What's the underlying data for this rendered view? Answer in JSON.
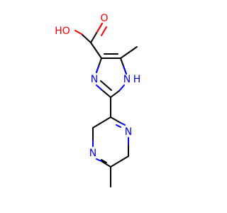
{
  "molecule": {
    "atoms": {
      "oh": "HO",
      "o_carbonyl": "O",
      "n_imidazole_3": "N",
      "n_imidazole_1": "N",
      "h_imidazole": "H",
      "n_pyrazine_4": "N",
      "n_pyrazine_1": "N"
    }
  },
  "colors": {
    "bond": "#000000",
    "oxygen": "#ff0000",
    "nitrogen": "#0000ff"
  }
}
